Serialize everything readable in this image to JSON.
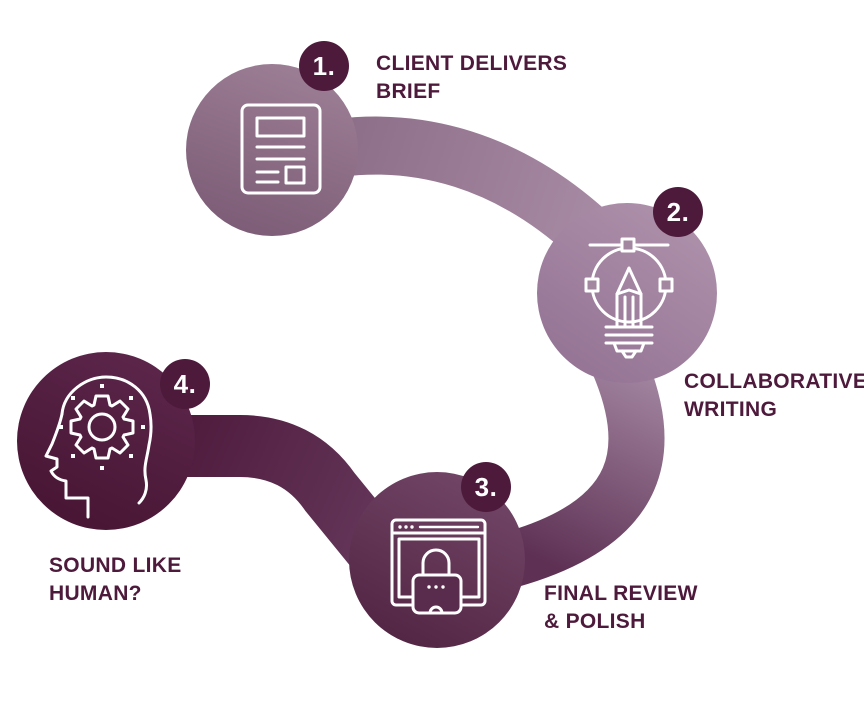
{
  "diagram": {
    "name": "4-step writing process flow",
    "steps": [
      {
        "number": "1.",
        "label": "CLIENT DELIVERS\nBRIEF",
        "icon": "document-icon"
      },
      {
        "number": "2.",
        "label": "COLLABORATIVE\nWRITING",
        "icon": "pen-tool-lightbulb-icon"
      },
      {
        "number": "3.",
        "label": "FINAL REVIEW\n& POLISH",
        "icon": "browser-lock-icon"
      },
      {
        "number": "4.",
        "label": "SOUND LIKE\nHUMAN?",
        "icon": "head-gear-icon"
      }
    ],
    "colors": {
      "background": "#ffffff",
      "step1_circle": "#8d6e88",
      "step2_circle": "#a285a0",
      "step3_circle": "#5e3155",
      "step4_circle": "#4e1a3c",
      "badge": "#4e1a3c",
      "label_text": "#4e1a3c",
      "icon_stroke": "#ffffff"
    }
  }
}
